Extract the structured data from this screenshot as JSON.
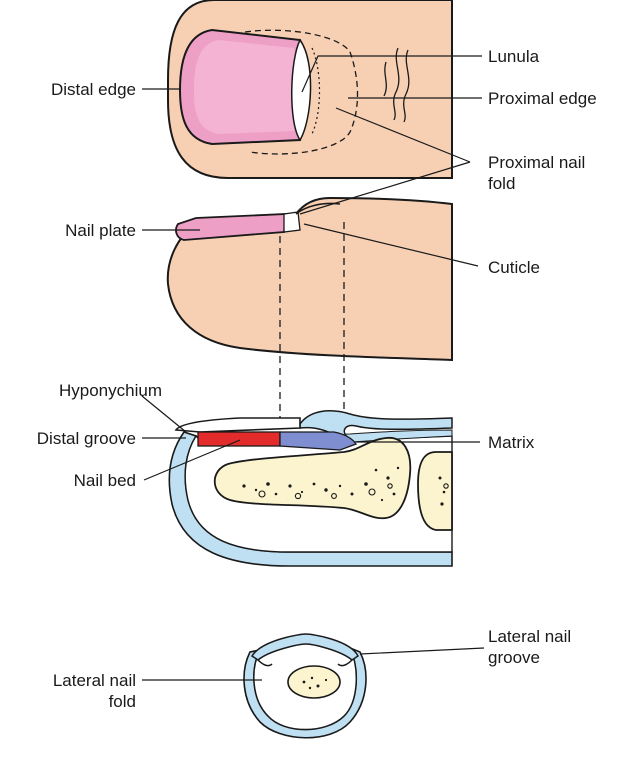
{
  "labels": {
    "distal_edge": "Distal edge",
    "lunula": "Lunula",
    "proximal_edge": "Proximal edge",
    "proximal_nail_fold_line1": "Proximal nail",
    "proximal_nail_fold_line2": "fold",
    "nail_plate": "Nail plate",
    "cuticle": "Cuticle",
    "hyponychium": "Hyponychium",
    "distal_groove": "Distal groove",
    "matrix": "Matrix",
    "nail_bed": "Nail bed",
    "lateral_nail_groove_line1": "Lateral nail",
    "lateral_nail_groove_line2": "groove",
    "lateral_nail_fold_line1": "Lateral nail",
    "lateral_nail_fold_line2": "fold"
  },
  "colors": {
    "skin": "#f7d0b4",
    "nail_plate": "#f0a0c8",
    "nail_bed": "#e32b2b",
    "matrix": "#7e8ed0",
    "epidermis": "#bfe0f2",
    "bone": "#fbf4cf",
    "outline": "#1a1a1a"
  }
}
